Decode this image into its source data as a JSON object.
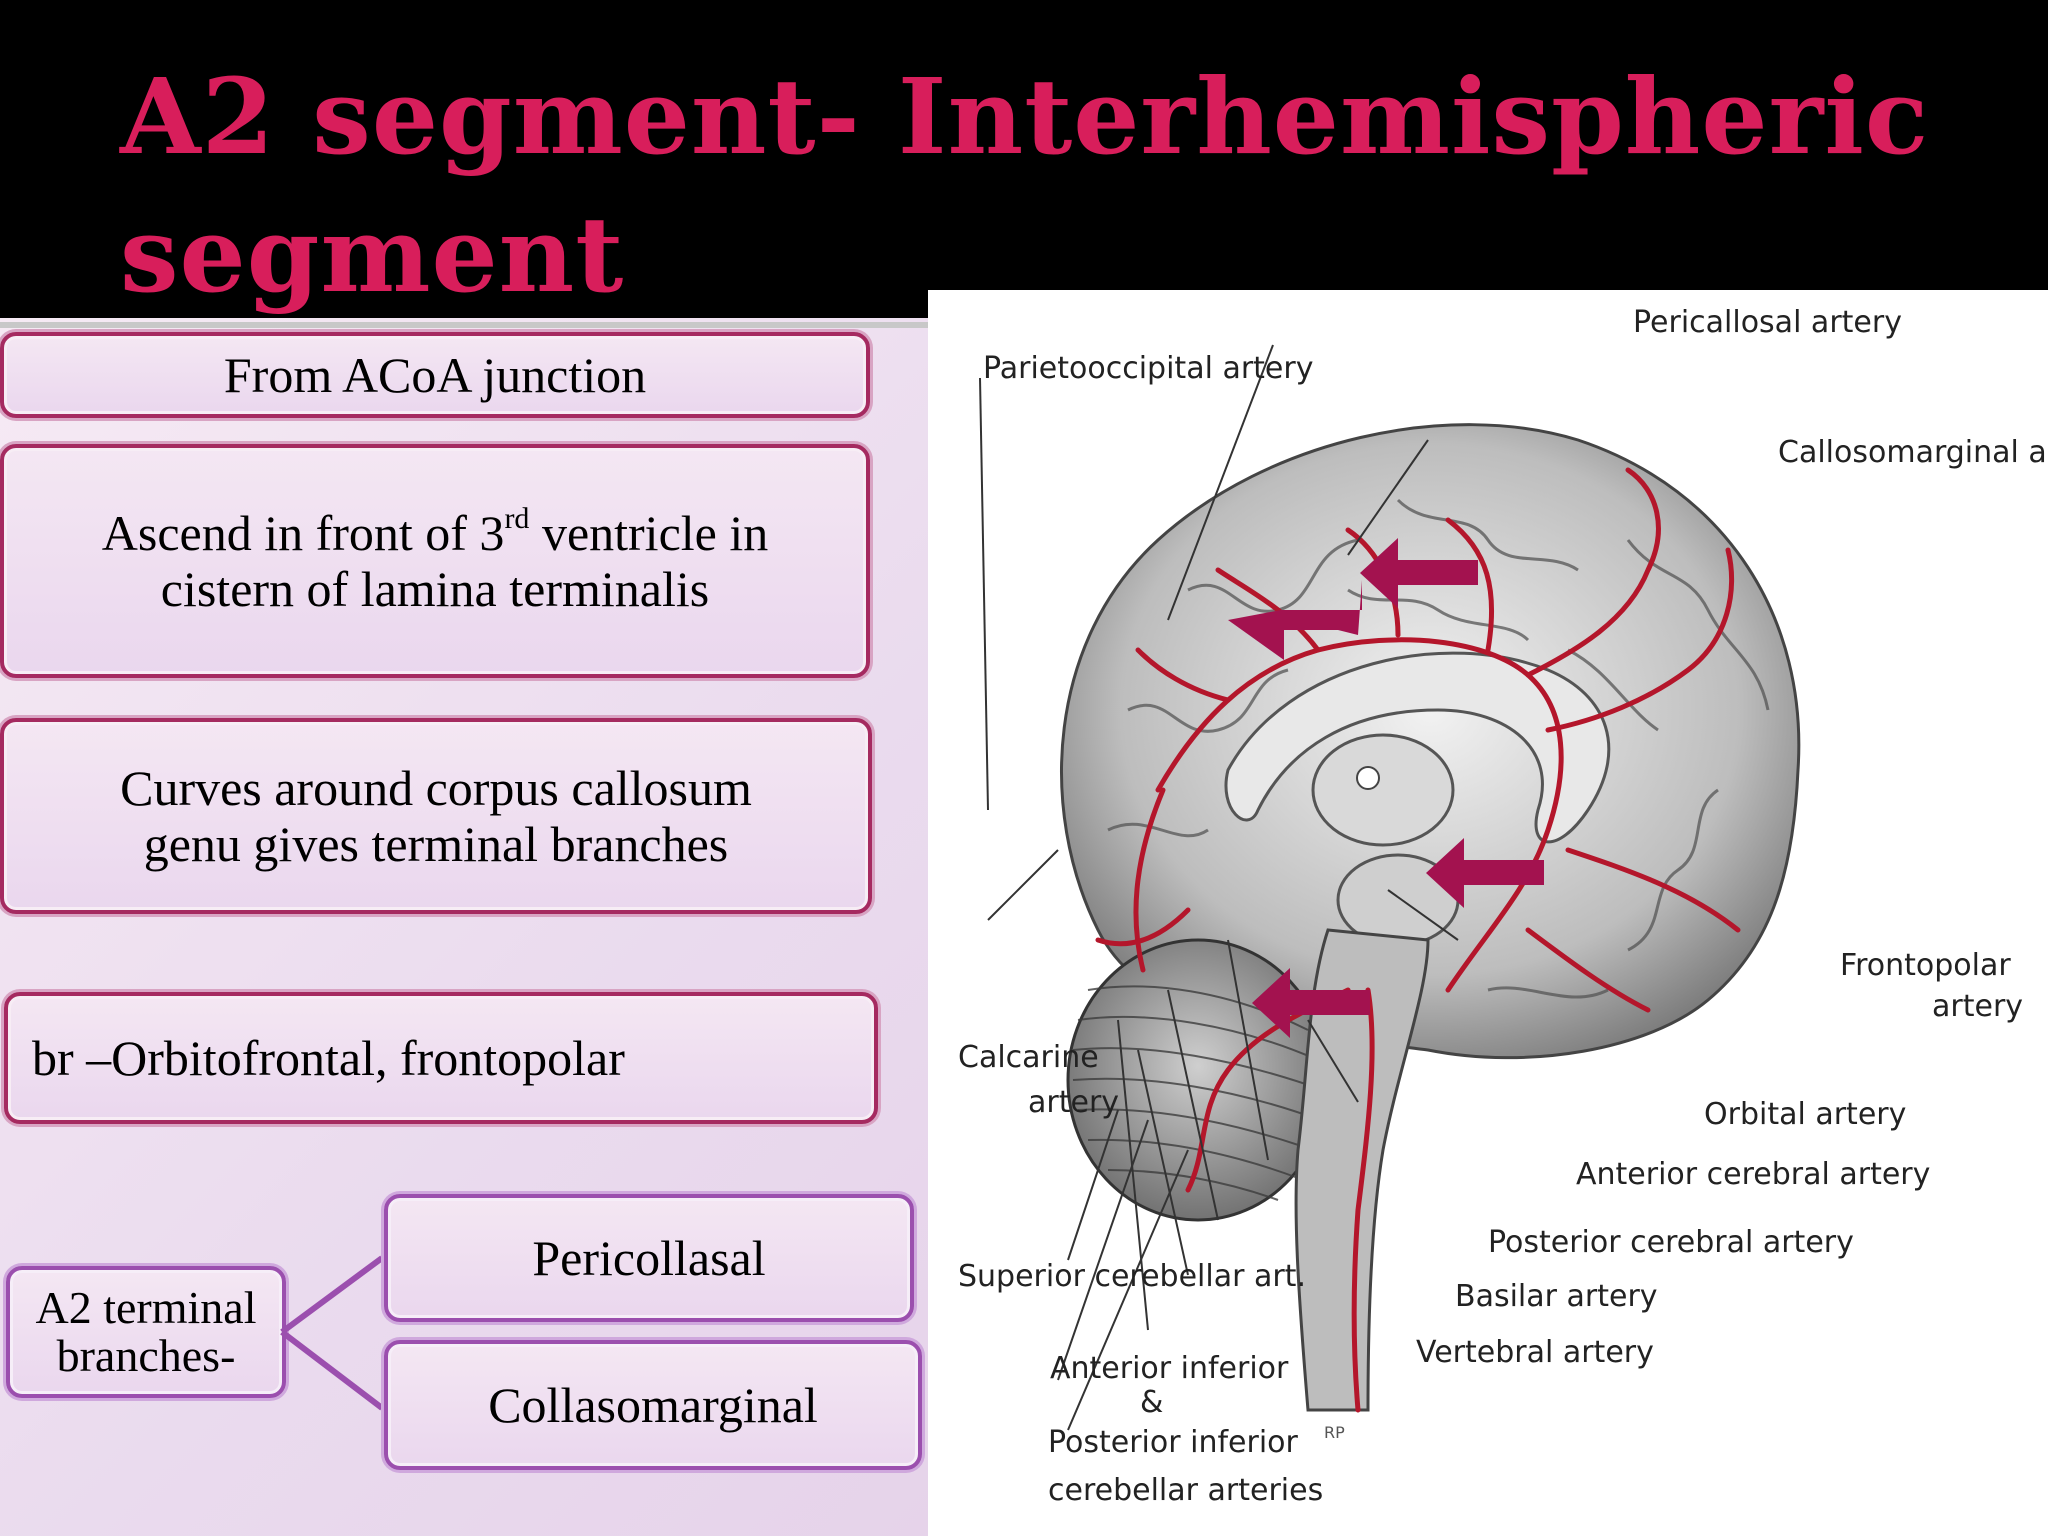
{
  "slide": {
    "title_line1": "A2 segment- Interhemispheric",
    "title_line2": "segment",
    "title_color": "#d81e5b"
  },
  "boxes": {
    "from_acoa": "From ACoA junction",
    "ascend_part1": "Ascend in front of 3",
    "ascend_sup": "rd",
    "ascend_part2": " ventricle in",
    "ascend_line2": "cistern of lamina terminalis",
    "curves_line1": "Curves around corpus callosum",
    "curves_line2": "genu  gives terminal branches",
    "branches": "br –Orbitofrontal, frontopolar"
  },
  "branch_diagram": {
    "root_line1": "A2 terminal",
    "root_line2": "branches-",
    "children": [
      "Pericollasal",
      "Collasomarginal"
    ]
  },
  "figure_labels": {
    "pericallosal": "Pericallosal  artery",
    "parietooccipital": "Parietooccipital  artery",
    "callosomarginal": "Callosomarginal  artery",
    "frontopolar_1": "Frontopolar",
    "frontopolar_2": "artery",
    "calcarine_1": "Calcarine",
    "calcarine_2": "artery",
    "orbital": "Orbital  artery",
    "anterior_cerebral": "Anterior cerebral  artery",
    "posterior_cerebral": "Posterior cerebral  artery",
    "superior_cerebellar": "Superior cerebellar art.",
    "basilar": "Basilar  artery",
    "vertebral": "Vertebral  artery",
    "ant_inf": "Anterior inferior",
    "amp": "&",
    "post_inf": "Posterior inferior",
    "cerebellar": "cerebellar arteries",
    "initials": "RP"
  },
  "colors": {
    "artery": "#b4162b",
    "arrow": "#a3124f",
    "box_border": "#a52a60",
    "connector": "#9b4fae"
  }
}
